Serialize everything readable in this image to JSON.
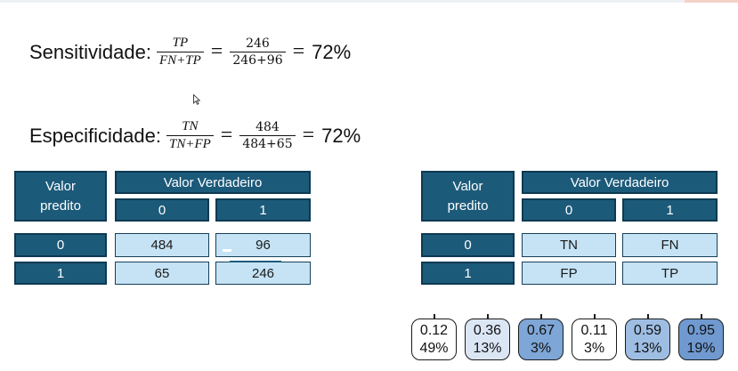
{
  "formulas": {
    "sensitivity": {
      "label": "Sensitividade:",
      "frac_num": "TP",
      "frac_den": "FN+TP",
      "eq1": "=",
      "num_value": "246",
      "den_value": "246+96",
      "eq2": "=",
      "result": "72%"
    },
    "specificity": {
      "label": "Especificidade:",
      "frac_num": "TN",
      "frac_den": "TN+FP",
      "eq1": "=",
      "num_value": "484",
      "den_value": "484+65",
      "eq2": "=",
      "result": "72%"
    }
  },
  "matrix_values": {
    "pred_header_line1": "Valor",
    "pred_header_line2": "predito",
    "true_header": "Valor Verdadeiro",
    "col0": "0",
    "col1": "1",
    "row0": "0",
    "row1": "1",
    "tn": "484",
    "fn": "96",
    "fp": "65",
    "tp": "246"
  },
  "matrix_labels": {
    "pred_header_line1": "Valor",
    "pred_header_line2": "predito",
    "true_header": "Valor Verdadeiro",
    "col0": "0",
    "col1": "1",
    "row0": "0",
    "row1": "1",
    "tn": "TN",
    "fn": "FN",
    "fp": "FP",
    "tp": "TP"
  },
  "thresholds": [
    {
      "value": "0.12",
      "percent": "49%",
      "color": "#ffffff"
    },
    {
      "value": "0.36",
      "percent": "13%",
      "color": "#dbe6f5"
    },
    {
      "value": "0.67",
      "percent": "3%",
      "color": "#7ea6d6"
    },
    {
      "value": "0.11",
      "percent": "3%",
      "color": "#ffffff"
    },
    {
      "value": "0.59",
      "percent": "13%",
      "color": "#9ebde3"
    },
    {
      "value": "0.95",
      "percent": "19%",
      "color": "#6f99cf"
    }
  ],
  "colors": {
    "header_dark": "#1c5a7a",
    "cell_light": "#c5e3f5"
  }
}
